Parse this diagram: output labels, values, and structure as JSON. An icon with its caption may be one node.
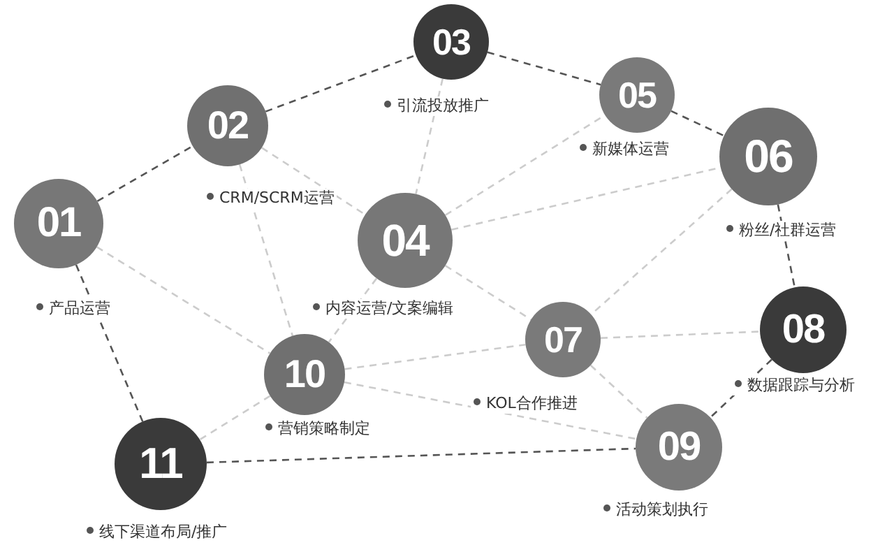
{
  "diagram": {
    "nodes": [
      {
        "text": [
          "01"
        ],
        "beside": [
          "产品运营"
        ]
      },
      {
        "text": [
          "02"
        ],
        "beside": [
          "CRM/SCRM运营"
        ]
      },
      {
        "text": [
          "03"
        ],
        "beside": [
          "引流投放推广"
        ]
      },
      {
        "text": [
          "04"
        ],
        "beside": [
          "内容运营/文案编辑"
        ]
      },
      {
        "text": [
          "05"
        ],
        "beside": [
          "新媒体运营"
        ]
      },
      {
        "text": [
          "06"
        ],
        "beside": [
          "粉丝/社群运营"
        ]
      },
      {
        "text": [
          "07"
        ],
        "beside": [
          "KOL合作推进"
        ]
      },
      {
        "text": [
          "08"
        ],
        "beside": [
          "数据跟踪与分析"
        ]
      },
      {
        "text": [
          "09"
        ],
        "beside": [
          "活动策划执行"
        ]
      },
      {
        "text": [
          "10"
        ],
        "beside": [
          "营销策略制定"
        ]
      },
      {
        "text": [
          "11"
        ],
        "beside": [
          "线下渠道布局/推广"
        ]
      }
    ],
    "edges": [
      {
        "from": 0,
        "to": 1,
        "arrow": "none",
        "style": "dashed",
        "color": "#555555"
      },
      {
        "from": 1,
        "to": 2,
        "arrow": "none",
        "style": "dashed",
        "color": "#555555"
      },
      {
        "from": 2,
        "to": 4,
        "arrow": "none",
        "style": "dashed",
        "color": "#555555"
      },
      {
        "from": 4,
        "to": 5,
        "arrow": "none",
        "style": "dashed",
        "color": "#555555"
      },
      {
        "from": 5,
        "to": 7,
        "arrow": "none",
        "style": "dashed",
        "color": "#555555"
      },
      {
        "from": 7,
        "to": 8,
        "arrow": "none",
        "style": "dashed",
        "color": "#555555"
      },
      {
        "from": 10,
        "to": 8,
        "arrow": "none",
        "style": "dashed",
        "color": "#555555"
      },
      {
        "from": 0,
        "to": 10,
        "arrow": "none",
        "style": "dashed",
        "color": "#555555"
      },
      {
        "from": 0,
        "to": 9,
        "arrow": "none",
        "style": "dashed"
      },
      {
        "from": 1,
        "to": 3,
        "arrow": "none",
        "style": "dashed"
      },
      {
        "from": 1,
        "to": 9,
        "arrow": "none",
        "style": "dashed"
      },
      {
        "from": 2,
        "to": 3,
        "arrow": "none",
        "style": "dashed"
      },
      {
        "from": 3,
        "to": 4,
        "arrow": "none",
        "style": "dashed"
      },
      {
        "from": 3,
        "to": 5,
        "arrow": "none",
        "style": "dashed"
      },
      {
        "from": 3,
        "to": 6,
        "arrow": "none",
        "style": "dashed"
      },
      {
        "from": 3,
        "to": 9,
        "arrow": "none",
        "style": "dashed"
      },
      {
        "from": 5,
        "to": 6,
        "arrow": "none",
        "style": "dashed"
      },
      {
        "from": 9,
        "to": 6,
        "arrow": "none",
        "style": "dashed"
      },
      {
        "from": 9,
        "to": 8,
        "arrow": "none",
        "style": "dashed"
      },
      {
        "from": 6,
        "to": 7,
        "arrow": "none",
        "style": "dashed"
      },
      {
        "from": 6,
        "to": 8,
        "arrow": "none",
        "style": "dashed"
      },
      {
        "from": 9,
        "to": 10,
        "arrow": "none",
        "style": "dashed"
      }
    ]
  }
}
